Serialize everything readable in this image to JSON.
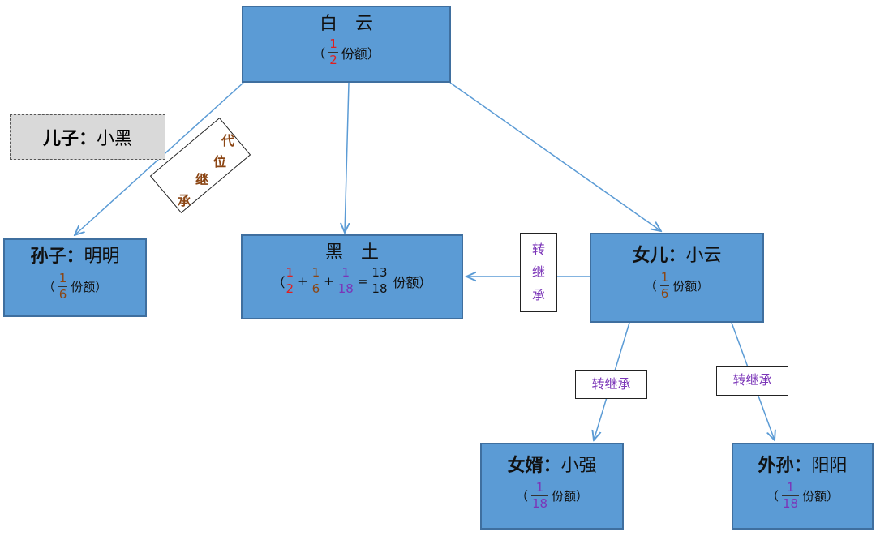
{
  "nodes": {
    "baiyun": {
      "name": "白　云",
      "paren_open": "（",
      "num": "1",
      "den": "2",
      "share_suffix": "份额）"
    },
    "son": {
      "role": "儿子：",
      "name": "小黑"
    },
    "grandson": {
      "role": "孙子：",
      "name": "明明",
      "paren_open": "（",
      "num": "1",
      "den": "6",
      "share_suffix": "份额）"
    },
    "heitu": {
      "name": "黑　土",
      "paren_open": "（",
      "terms": [
        {
          "num": "1",
          "den": "2"
        },
        {
          "num": "1",
          "den": "6"
        },
        {
          "num": "1",
          "den": "18"
        }
      ],
      "plus": "+",
      "equals": "=",
      "total": {
        "num": "13",
        "den": "18"
      },
      "share_suffix": "份额）"
    },
    "daughter": {
      "role": "女儿：",
      "name": "小云",
      "paren_open": "（",
      "num": "1",
      "den": "6",
      "share_suffix": "份额）"
    },
    "soninlaw": {
      "role": "女婿：",
      "name": "小强",
      "paren_open": "（",
      "num": "1",
      "den": "18",
      "share_suffix": "份额）"
    },
    "granddaughter": {
      "role": "外孙：",
      "name": "阳阳",
      "paren_open": "（",
      "num": "1",
      "den": "18",
      "share_suffix": "份额）"
    }
  },
  "labels": {
    "subrogation": [
      "代",
      "位",
      "继",
      "承"
    ],
    "transfer_vertical": [
      "转",
      "继",
      "承"
    ],
    "transfer_left": "转继承",
    "transfer_right": "转继承"
  },
  "colors": {
    "node_fill": "#5b9bd5",
    "edge": "#5b9bd5",
    "red": "#e02020",
    "brown": "#8b4513",
    "purple": "#7b35b8"
  }
}
